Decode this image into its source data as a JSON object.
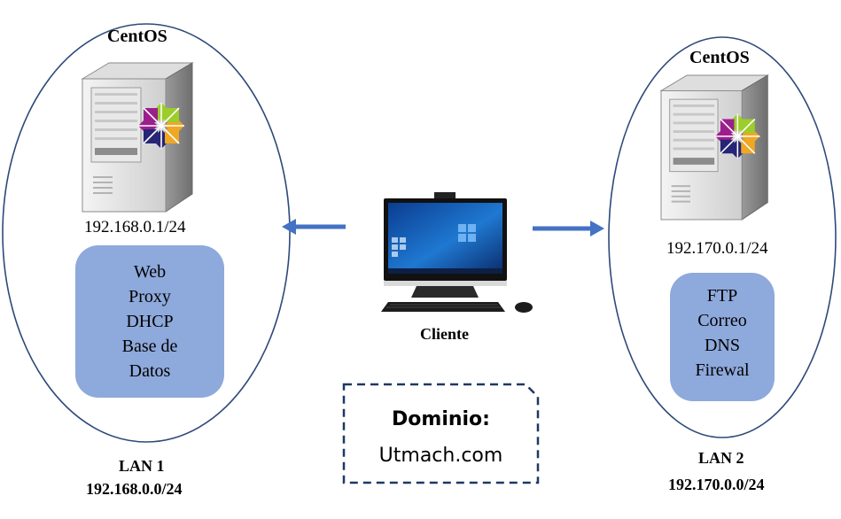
{
  "lan1": {
    "os_label": "CentOS",
    "server_ip": "192.168.0.1/24",
    "services": [
      "Web",
      "Proxy",
      "DHCP",
      "Base de",
      "Datos"
    ],
    "name": "LAN 1",
    "network": "192.168.0.0/24"
  },
  "lan2": {
    "os_label": "CentOS",
    "server_ip": "192.170.0.1/24",
    "services": [
      "FTP",
      "Correo",
      "DNS",
      "Firewal"
    ],
    "name": "LAN 2",
    "network": "192.170.0.0/24"
  },
  "client": {
    "label": "Cliente"
  },
  "domain": {
    "title": "Dominio:",
    "value": "Utmach.com"
  },
  "colors": {
    "ellipse_stroke": "#2e4a7a",
    "service_box": "#8ea9db",
    "arrow": "#4472c4",
    "domain_border": "#1f3864",
    "centos_green": "#9ccd2a",
    "centos_orange": "#efa724",
    "centos_blue": "#262577",
    "centos_purple": "#9c1e8c"
  }
}
